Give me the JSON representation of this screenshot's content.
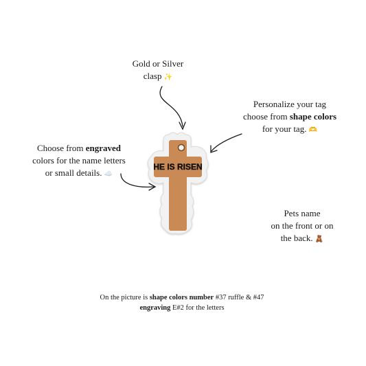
{
  "callouts": {
    "clasp": {
      "line1": "Gold or Silver",
      "line2": "clasp",
      "emoji": "✨"
    },
    "shape": {
      "line1": "Personalize your tag",
      "line2_prefix": "choose from ",
      "line2_bold": "shape colors",
      "line3": "for your tag.",
      "emoji": "🫶"
    },
    "engraved": {
      "line1_prefix": "Choose from ",
      "line1_bold": "engraved",
      "line2": "colors for the name letters",
      "line3": "or small details.",
      "emoji": "☁️"
    },
    "pets": {
      "line1": "Pets name",
      "line2": "on the front or on",
      "line3": "the back.",
      "emoji": "🧸"
    }
  },
  "tag": {
    "engraving": "HE IS RISEN",
    "shape_color": "#c98a55",
    "ruffle_color": "#f2f2f2",
    "letter_color": "#111111"
  },
  "caption": {
    "line1_prefix": "On the picture is ",
    "line1_bold": "shape colors number",
    "line1_suffix": " #37 ruffle & #47",
    "line2_bold": "engraving",
    "line2_suffix": "  E#2 for the letters"
  }
}
